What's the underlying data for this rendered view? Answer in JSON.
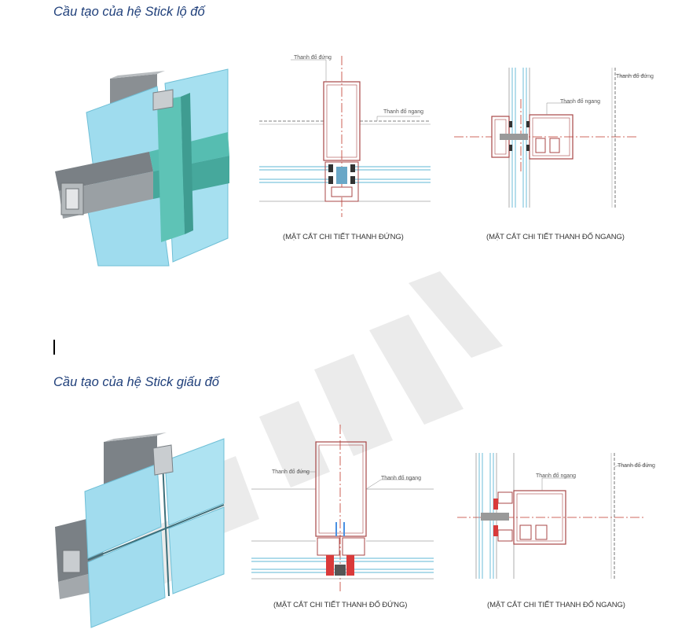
{
  "section1": {
    "title": "Cầu tạo của hệ Stick lộ đố",
    "diagram_vertical": {
      "caption": "(MẶT CẮT CHI TIẾT THANH ĐỨNG)",
      "label_mullion": "Thanh đố đứng",
      "label_transom": "Thanh đố ngang"
    },
    "diagram_horizontal": {
      "caption": "(MẶT CẮT CHI TIẾT THANH ĐỐ NGANG)",
      "label_mullion": "Thanh đố đứng",
      "label_transom": "Thanh đố ngang"
    }
  },
  "section2": {
    "title": "Cầu tạo của hệ Stick giấu đố",
    "diagram_vertical": {
      "caption": "(MẶT CẮT CHI TIẾT THANH ĐỐ ĐỨNG)",
      "label_mullion": "Thanh đố đứng",
      "label_transom": "Thanh đố ngang"
    },
    "diagram_horizontal": {
      "caption": "(MẶT CẮT CHI TIẾT THANH ĐỐ NGANG)",
      "label_mullion": "Thanh đố đứng",
      "label_transom": "Thanh đố ngang"
    }
  },
  "colors": {
    "heading": "#1f3f7a",
    "glass": "#8fd3e8",
    "frame": "#5bbdb0",
    "section_red": "#c0392b"
  }
}
